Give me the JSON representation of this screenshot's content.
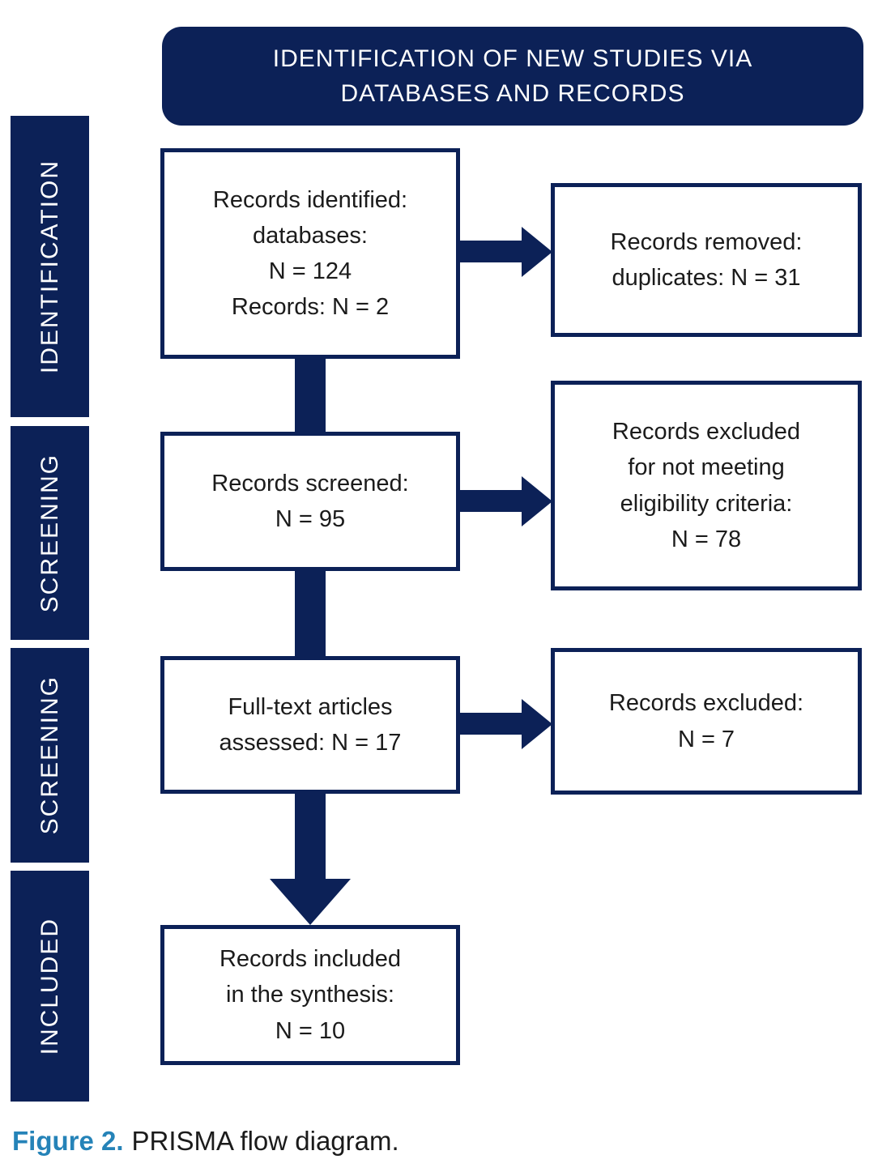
{
  "colors": {
    "navy": "#0c2157",
    "caption_blue": "#2583b8"
  },
  "header": {
    "title": "IDENTIFICATION OF NEW STUDIES VIA DATABASES AND RECORDS"
  },
  "sidebar": {
    "items": [
      {
        "label": "IDENTIFICATION"
      },
      {
        "label": "SCREENING"
      },
      {
        "label": "SCREENING"
      },
      {
        "label": "INCLUDED"
      }
    ]
  },
  "flow": {
    "main": [
      {
        "name": "records-identified",
        "lines": [
          "Records identified:",
          "databases:",
          "N = 124",
          "Records: N = 2"
        ]
      },
      {
        "name": "records-screened",
        "lines": [
          "Records screened:",
          "N = 95"
        ]
      },
      {
        "name": "full-text-assessed",
        "lines": [
          "Full-text articles",
          "assessed: N = 17"
        ]
      },
      {
        "name": "records-included",
        "lines": [
          "Records included",
          "in the synthesis:",
          "N = 10"
        ]
      }
    ],
    "side": [
      {
        "name": "records-removed-duplicates",
        "lines": [
          "Records removed:",
          "duplicates: N = 31"
        ]
      },
      {
        "name": "records-excluded-eligibility",
        "lines": [
          "Records excluded",
          "for not meeting",
          "eligibility criteria:",
          "N = 78"
        ]
      },
      {
        "name": "records-excluded",
        "lines": [
          "Records excluded:",
          "N = 7"
        ]
      }
    ]
  },
  "caption": {
    "label": "Figure 2.",
    "text": "PRISMA flow diagram."
  }
}
